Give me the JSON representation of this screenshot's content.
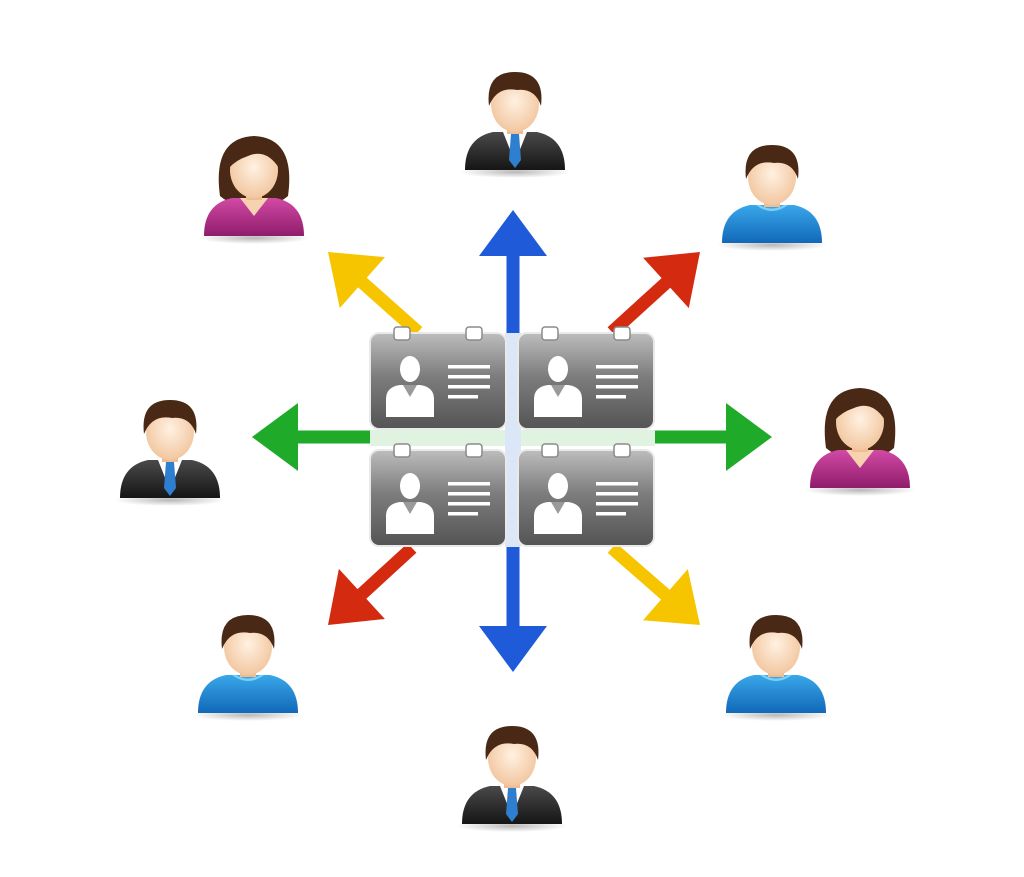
{
  "colors": {
    "background": "#ffffff",
    "arrow_blue": "#1f5bd8",
    "arrow_green": "#1faa2a",
    "arrow_red": "#d42a10",
    "arrow_yellow": "#f6c500",
    "card_dark": "#5e5e5e",
    "card_light": "#b9b9b9",
    "skin": "#f6d2b0",
    "hair": "#4a2816",
    "suit": "#262626",
    "tie": "#2f7fd0",
    "shirt_blue": "#1c86d0",
    "shirt_magenta": "#b8288a"
  },
  "nodes": [
    {
      "id": "person-top",
      "variant": "suit"
    },
    {
      "id": "person-top-left",
      "variant": "woman-magenta"
    },
    {
      "id": "person-top-right",
      "variant": "casual-blue"
    },
    {
      "id": "person-left",
      "variant": "suit"
    },
    {
      "id": "person-right",
      "variant": "woman-magenta"
    },
    {
      "id": "person-bottom-left",
      "variant": "casual-blue"
    },
    {
      "id": "person-bottom-right",
      "variant": "casual-blue"
    },
    {
      "id": "person-bottom",
      "variant": "suit"
    }
  ],
  "arrows": [
    {
      "id": "arrow-up",
      "color": "arrow_blue",
      "direction": "up"
    },
    {
      "id": "arrow-down",
      "color": "arrow_blue",
      "direction": "down"
    },
    {
      "id": "arrow-left",
      "color": "arrow_green",
      "direction": "left"
    },
    {
      "id": "arrow-right",
      "color": "arrow_green",
      "direction": "right"
    },
    {
      "id": "arrow-up-right",
      "color": "arrow_red",
      "direction": "up-right"
    },
    {
      "id": "arrow-down-left",
      "color": "arrow_red",
      "direction": "down-left"
    },
    {
      "id": "arrow-up-left",
      "color": "arrow_yellow",
      "direction": "up-left"
    },
    {
      "id": "arrow-down-right",
      "color": "arrow_yellow",
      "direction": "down-right"
    }
  ],
  "hub": {
    "cards": [
      {
        "id": "card-top-left",
        "icon": "contact-card-icon"
      },
      {
        "id": "card-top-right",
        "icon": "contact-card-icon"
      },
      {
        "id": "card-bottom-left",
        "icon": "contact-card-icon"
      },
      {
        "id": "card-bottom-right",
        "icon": "contact-card-icon"
      }
    ]
  }
}
